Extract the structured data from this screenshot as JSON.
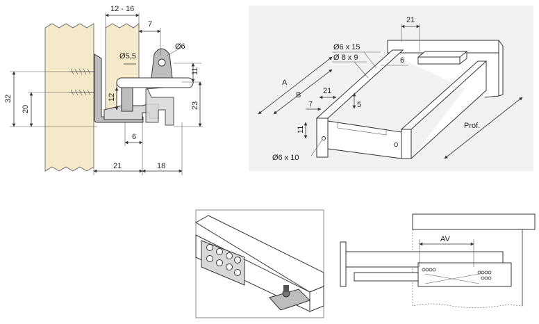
{
  "section_view": {
    "dims": {
      "top_gap": "12 - 16",
      "d7": "7",
      "d6_dia": "Ø6",
      "d5_5": "Ø5,5",
      "d11": "11",
      "d32": "32",
      "d20": "20",
      "d12": "12",
      "d23": "23",
      "d6": "6",
      "d21": "21",
      "d18": "18"
    }
  },
  "iso_view": {
    "dims": {
      "d21_top": "21",
      "d6x15": "Ø6 x 15",
      "d8x9": "Ø 8 x 9",
      "d6": "6",
      "A": "A",
      "B": "B",
      "d21": "21",
      "d7": "7",
      "d5": "5",
      "d11": "11",
      "d6x10": "Ø6 x 10",
      "prof": "Prof."
    }
  },
  "side_view": {
    "dims": {
      "av": "AV"
    }
  },
  "colors": {
    "wood": "#f4e9c9",
    "metal": "#d8d8d8",
    "line": "#333333"
  }
}
